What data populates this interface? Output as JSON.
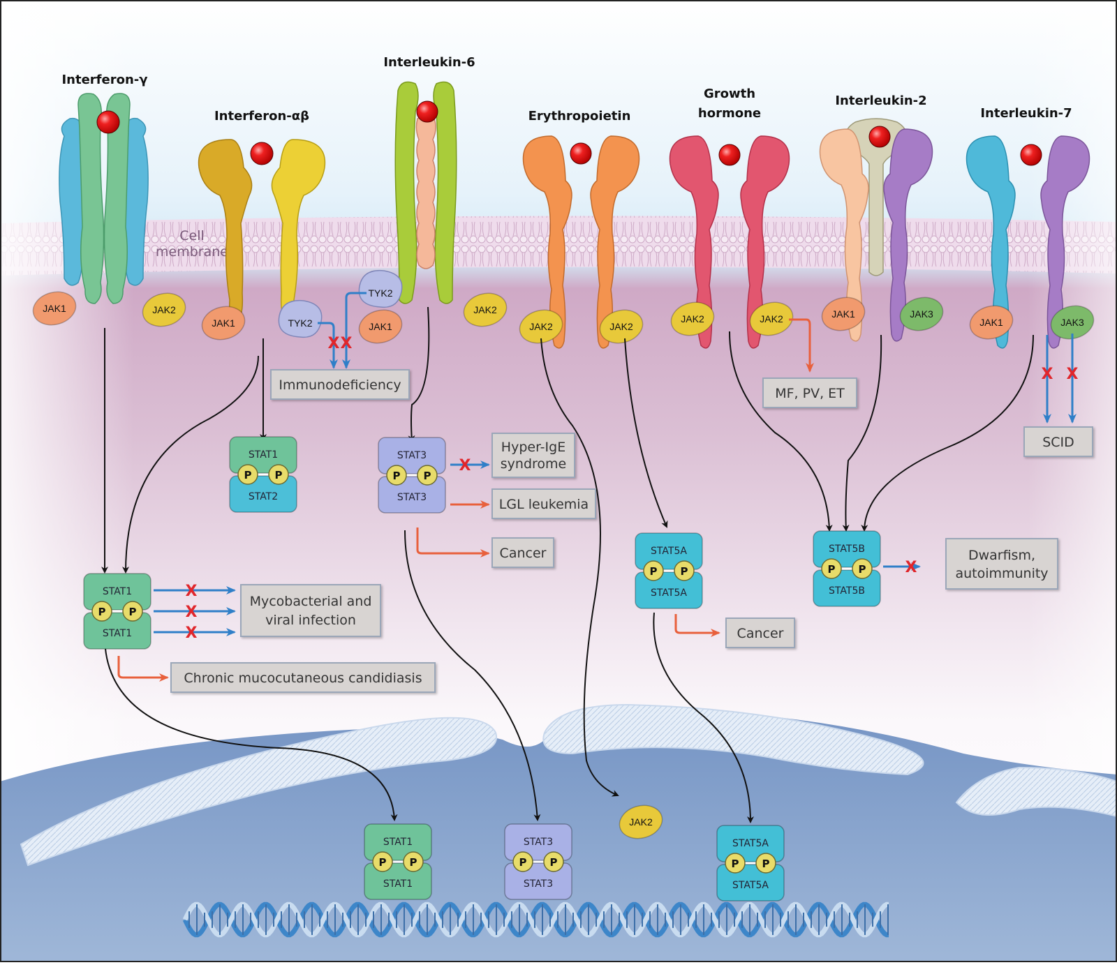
{
  "title": "JAK-STAT signaling pathways and associated diseases",
  "labels": {
    "cell_membrane_line1": "Cell",
    "cell_membrane_line2": "membrane"
  },
  "receptors": [
    {
      "name": "Interferon-γ",
      "jaks": [
        "JAK1",
        "JAK2"
      ]
    },
    {
      "name": "Interferon-αβ",
      "jaks": [
        "JAK1",
        "TYK2"
      ]
    },
    {
      "name": "Interleukin-6",
      "jaks": [
        "TYK2",
        "JAK1",
        "JAK2"
      ]
    },
    {
      "name": "Erythropoietin",
      "jaks": [
        "JAK2",
        "JAK2"
      ]
    },
    {
      "name_line1": "Growth",
      "name_line2": "hormone",
      "jaks": [
        "JAK2",
        "JAK2"
      ]
    },
    {
      "name": "Interleukin-2",
      "jaks": [
        "JAK1",
        "JAK3"
      ]
    },
    {
      "name": "Interleukin-7",
      "jaks": [
        "JAK1",
        "JAK3"
      ]
    }
  ],
  "kinases": {
    "jak1": "JAK1",
    "jak2": "JAK2",
    "jak3": "JAK3",
    "tyk2": "TYK2"
  },
  "stat_dimers": {
    "stat1_stat2": {
      "top": "STAT1",
      "bottom": "STAT2"
    },
    "stat1_stat1": {
      "top": "STAT1",
      "bottom": "STAT1"
    },
    "stat3_stat3": {
      "top": "STAT3",
      "bottom": "STAT3"
    },
    "stat5a_stat5a": {
      "top": "STAT5A",
      "bottom": "STAT5A"
    },
    "stat5b_stat5b": {
      "top": "STAT5B",
      "bottom": "STAT5B"
    },
    "phospho": "P"
  },
  "diseases": {
    "immunodeficiency": "Immunodeficiency",
    "mf_pv_et": "MF, PV, ET",
    "scid": "SCID",
    "hyper_ige_line1": "Hyper-IgE",
    "hyper_ige_line2": "syndrome",
    "lgl_leukemia": "LGL leukemia",
    "cancer_stat3": "Cancer",
    "cancer_stat5a": "Cancer",
    "dwarfism_line1": "Dwarfism,",
    "dwarfism_line2": "autoimmunity",
    "myco_line1": "Mycobacterial and",
    "myco_line2": "viral infection",
    "cmc": "Chronic mucocutaneous candidiasis"
  },
  "legend_symbols": {
    "loss_of_function": "X"
  },
  "colors": {
    "loss_of_function_arrow": "#2f7fc8",
    "gain_of_function_arrow": "#e8603c",
    "block_mark": "#e0262b",
    "signal_arrow": "#111111",
    "ligand": "#e01010",
    "stat1": "#6fc39a",
    "stat2": "#4cbfd8",
    "stat3": "#a9b1e6",
    "stat5": "#43bfd6",
    "phospho": "#e8dc6a",
    "jak1": "#f19a6e",
    "jak2": "#e8c93a",
    "jak3": "#7dba6a",
    "tyk2": "#b7bde6",
    "cytoplasm": "#d9b3cf",
    "nucleus": "#8ea9cf",
    "disease_box": "#d8d4d2"
  }
}
